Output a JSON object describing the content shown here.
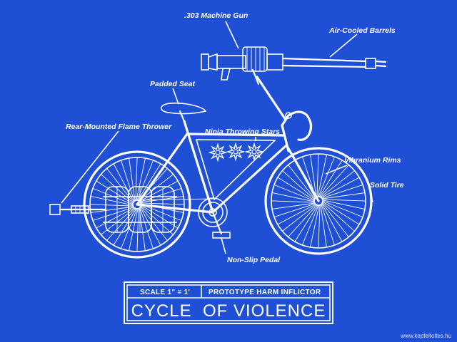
{
  "labels": {
    "machine_gun": ".303 Machine Gun",
    "air_cooled_barrels": "Air-Cooled Barrels",
    "padded_seat": "Padded Seat",
    "flame_thrower": "Rear-Mounted Flame Thrower",
    "ninja_stars": "Ninja Throwing Stars",
    "vibranium_rims": "Vibranium Rims",
    "solid_tire": "Solid Tire",
    "non_slip_pedal": "Non-Slip Pedal"
  },
  "title_block": {
    "scale": "SCALE 1\" = 1'",
    "subtitle": "PROTOTYPE HARM INFLICTOR",
    "title": "CYCLE  OF VIOLENCE"
  },
  "watermark": "www.kepfeltoltes.hu",
  "colors": {
    "background": "#1f4fd4",
    "ink": "#ffffff"
  }
}
